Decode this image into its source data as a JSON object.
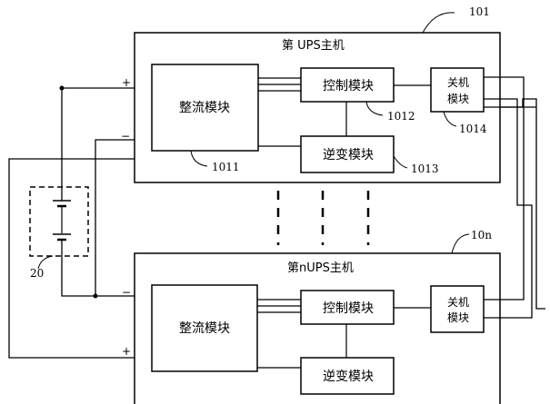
{
  "upper_unit": {
    "title": "第 UPS主机",
    "ref": "101",
    "rectifier": "整流模块",
    "rectifier_ref": "1011",
    "control": "控制模块",
    "control_ref": "1012",
    "inverter": "逆变模块",
    "inverter_ref": "1013",
    "shutdown_line1": "关机",
    "shutdown_line2": "模块",
    "shutdown_ref": "1014"
  },
  "lower_unit": {
    "title": "第nUPS主机",
    "ref": "10n",
    "rectifier": "整流模块",
    "control": "控制模块",
    "inverter": "逆变模块",
    "shutdown_line1": "关机",
    "shutdown_line2": "模块"
  },
  "battery": {
    "ref": "20"
  },
  "signs": {
    "plus": "+",
    "minus": "−"
  }
}
